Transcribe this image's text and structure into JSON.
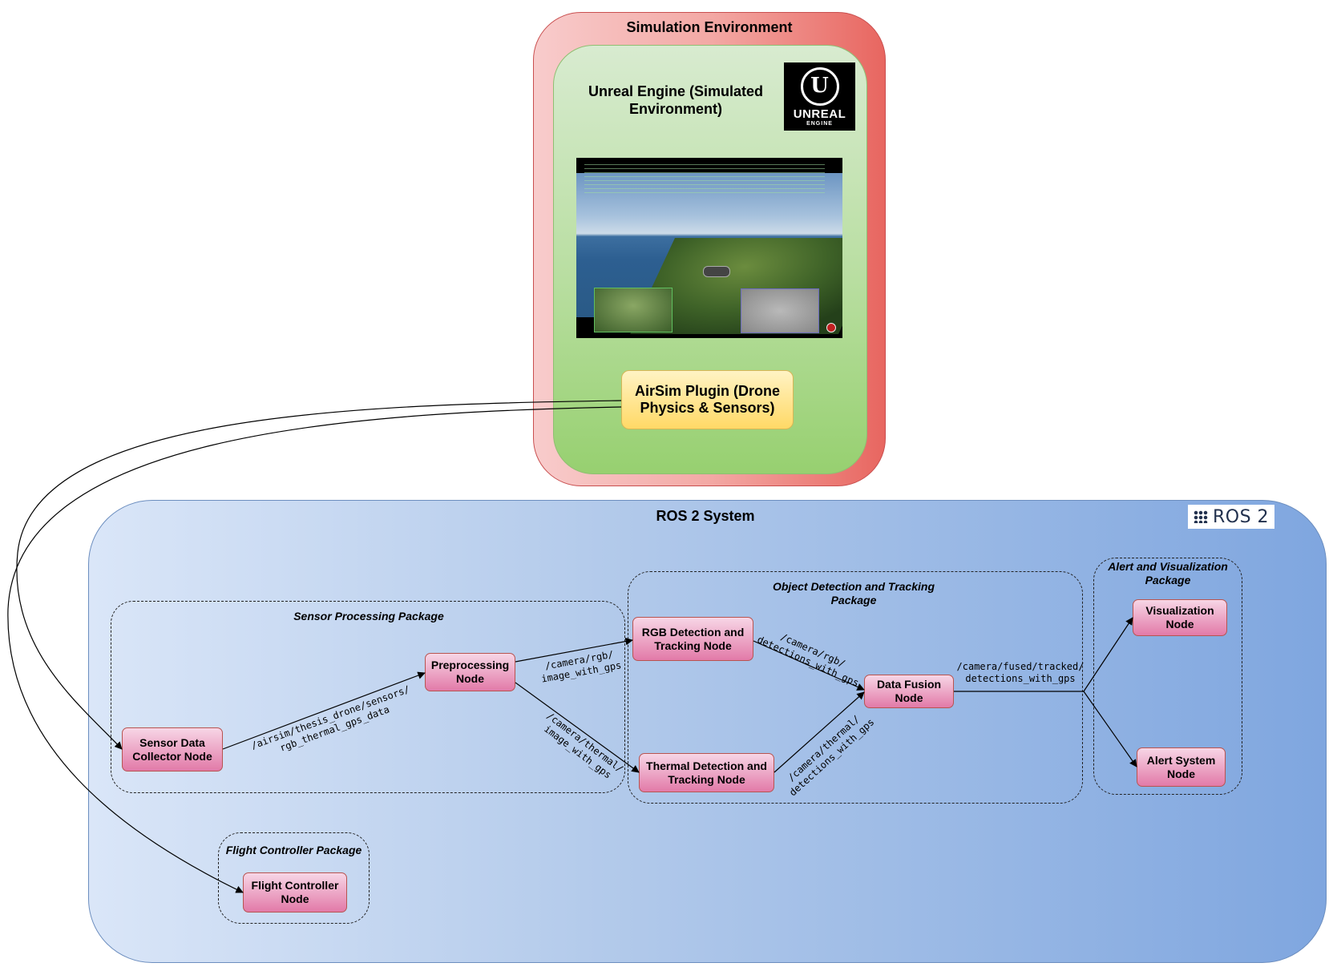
{
  "simulation": {
    "title": "Simulation Environment",
    "unreal_title": "Unreal Engine (Simulated Environment)",
    "unreal_logo_word": "UNREAL",
    "unreal_logo_sub": "ENGINE",
    "airsim_label": "AirSim Plugin (Drone Physics & Sensors)"
  },
  "ros": {
    "title": "ROS 2 System",
    "logo_text": "ROS 2",
    "packages": {
      "sensor_processing": "Sensor Processing Package",
      "object_detection": "Object Detection and Tracking Package",
      "alert_visualization": "Alert and Visualization Package",
      "flight_controller": "Flight Controller Package"
    },
    "nodes": {
      "sensor_collector": "Sensor Data Collector Node",
      "preprocessing": "Preprocessing Node",
      "rgb_detection": "RGB Detection and Tracking Node",
      "thermal_detection": "Thermal Detection and Tracking Node",
      "data_fusion": "Data Fusion Node",
      "visualization": "Visualization Node",
      "alert_system": "Alert System Node",
      "flight_controller": "Flight Controller Node"
    },
    "topics": {
      "sensor_data": "/airsim/thesis_drone/sensors/\nrgb_thermal_gps_data",
      "rgb_image": "/camera/rgb/\nimage_with_gps",
      "thermal_image": "/camera/thermal/\nimage_with_gps",
      "rgb_detections": "/camera/rgb/\ndetections_with_gps",
      "thermal_detections": "/camera/thermal/\ndetections_with_gps",
      "fused_detections": "/camera/fused/tracked/\ndetections_with_gps"
    }
  },
  "colors": {
    "node_fill_top": "#f7d6e6",
    "node_fill_bottom": "#e27aa8",
    "node_border": "#b85450",
    "ros_fill_right": "#7fa6df",
    "sim_fill_right": "#e86660",
    "unreal_fill": "#97d070",
    "airsim_fill": "#ffd966"
  }
}
